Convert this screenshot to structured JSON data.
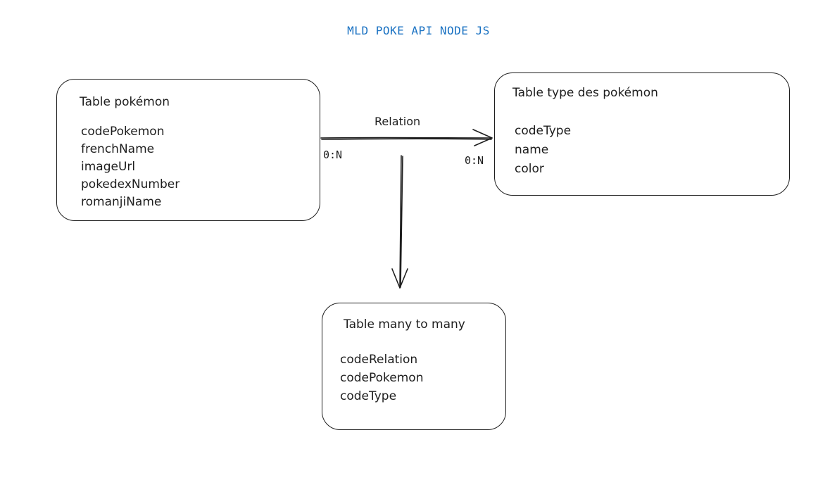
{
  "title": "MLD POKE API NODE JS",
  "entities": [
    {
      "name": "Table pokémon",
      "fields": [
        "codePokemon",
        "frenchName",
        "imageUrl",
        "pokedexNumber",
        "romanjiName"
      ]
    },
    {
      "name": "Table type des pokémon",
      "fields": [
        "codeType",
        "name",
        "color"
      ]
    },
    {
      "name": "Table many to many",
      "fields": [
        "codeRelation",
        "codePokemon",
        "codeType"
      ]
    }
  ],
  "relation": {
    "label": "Relation",
    "left_cardinality": "0:N",
    "right_cardinality": "0:N"
  },
  "colors": {
    "title": "#1971c2",
    "stroke": "#1e1e1e"
  }
}
